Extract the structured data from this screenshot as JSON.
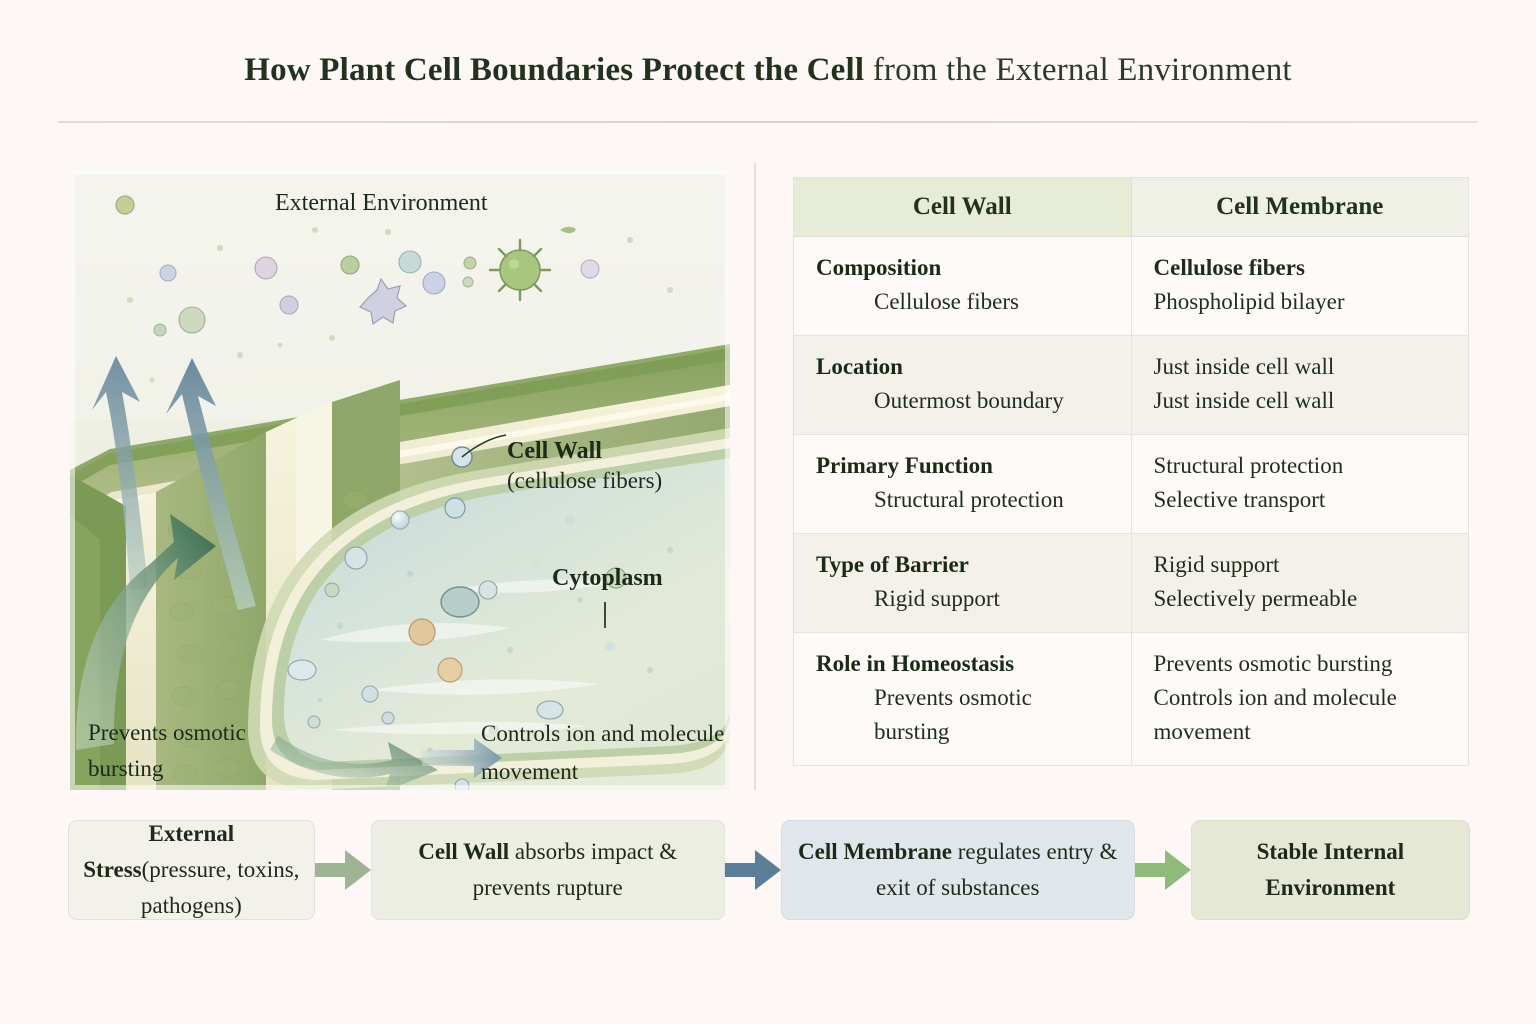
{
  "title": {
    "strong": "How Plant Cell Boundaries Protect the Cell",
    "light": " from the External Environment"
  },
  "illustration": {
    "external_label": "External Environment",
    "cellwall_label": "Cell Wall",
    "cellwall_sub": "(cellulose  fibers)",
    "cytoplasm_label": "Cytoplasm",
    "prevents_label": "Prevents osmotic bursting",
    "controls_label": "Controls ion and molecule movement"
  },
  "table": {
    "headers": [
      "Cell Wall",
      "Cell Membrane"
    ],
    "rows": [
      {
        "label": "Composition",
        "wall_value": "Cellulose fibers",
        "mem_lines": [
          {
            "text": "Cellulose fibers",
            "bold": true
          },
          {
            "text": "Phospholipid bilayer",
            "bold": false
          }
        ]
      },
      {
        "label": "Location",
        "wall_value": "Outermost boundary",
        "mem_lines": [
          {
            "text": "Just inside cell wall",
            "bold": false
          },
          {
            "text": "Just inside cell wall",
            "bold": false
          }
        ]
      },
      {
        "label": "Primary Function",
        "wall_value": "Structural protection",
        "mem_lines": [
          {
            "text": "Structural protection",
            "bold": false
          },
          {
            "text": "Selective transport",
            "bold": false
          }
        ]
      },
      {
        "label": "Type of Barrier",
        "wall_value": "Rigid support",
        "mem_lines": [
          {
            "text": "Rigid support",
            "bold": false
          },
          {
            "text": "Selectively permeable",
            "bold": false
          }
        ]
      },
      {
        "label": "Role in Homeostasis",
        "wall_value": "Prevents osmotic bursting",
        "mem_lines": [
          {
            "text": "Prevents osmotic bursting",
            "bold": false
          },
          {
            "text": "Controls ion and molecule movement",
            "bold": false
          }
        ]
      }
    ]
  },
  "flow": {
    "steps": [
      {
        "strong": "External Stress",
        "rest": "(pressure, toxins, pathogens)"
      },
      {
        "strong": "Cell Wall",
        "rest": " absorbs impact & prevents rupture"
      },
      {
        "strong": "Cell Membrane",
        "rest": " regulates entry & exit of substances"
      },
      {
        "strong": "Stable Internal Environment",
        "rest": ""
      }
    ],
    "arrow_colors": [
      "#9fb495",
      "#5b7f99",
      "#8fbb79"
    ]
  },
  "colors": {
    "page_bg": "#fdf7f5",
    "header_wall_bg": "#e7ecd6",
    "header_mem_bg": "#eff1e6",
    "text_dark": "#1f2d1c"
  }
}
